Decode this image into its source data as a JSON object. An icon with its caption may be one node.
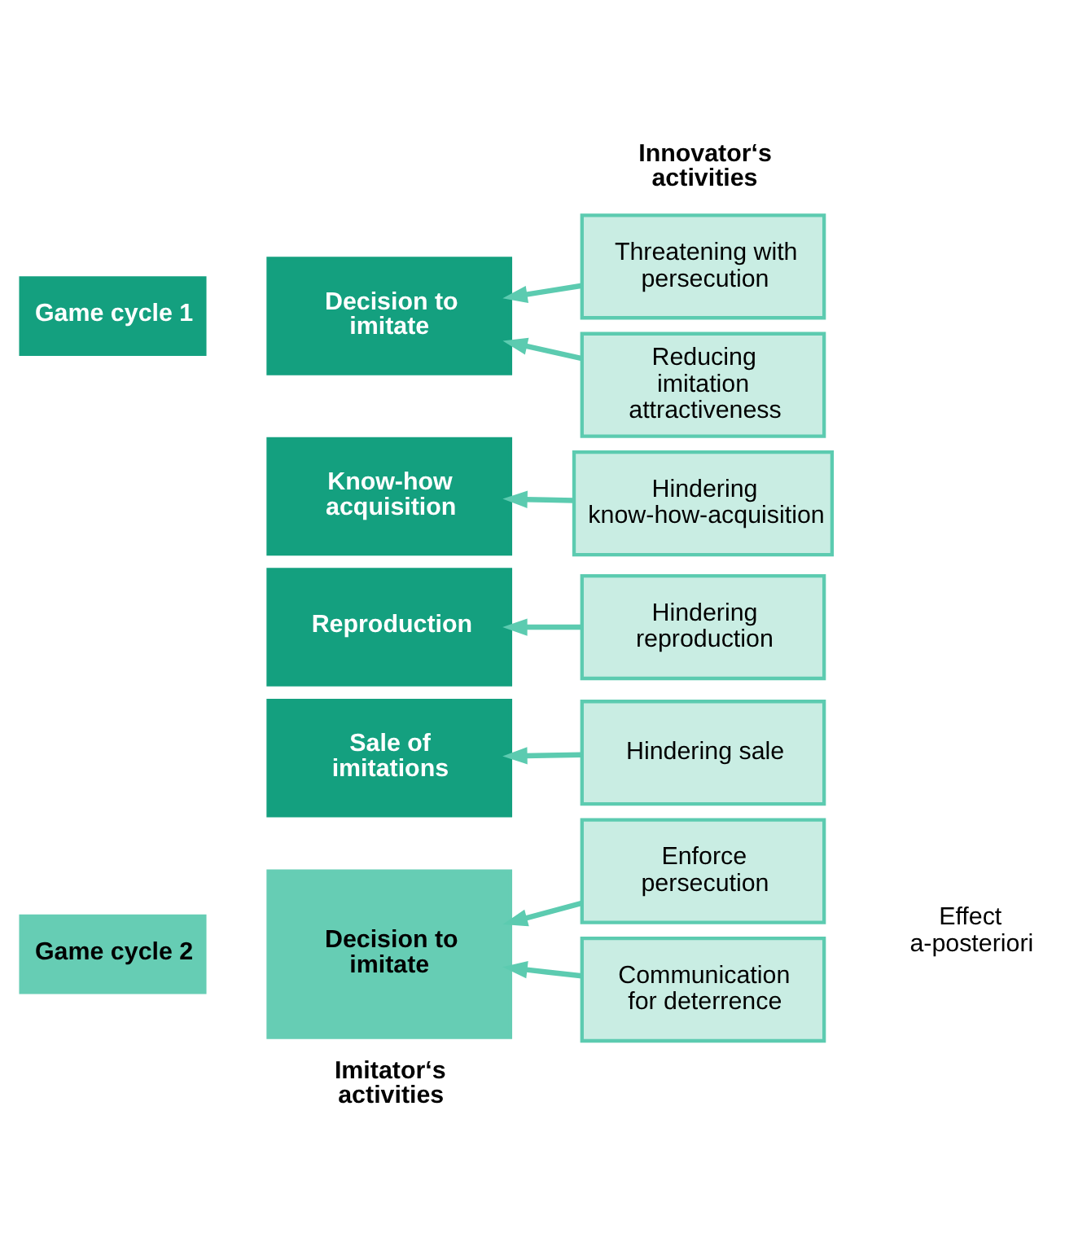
{
  "diagram": {
    "nodes": [
      {
        "text": [
          "Game cycle 1"
        ]
      },
      {
        "text": [
          "Decision to imitate"
        ]
      },
      {
        "text": [
          "Know-how acquisition"
        ]
      },
      {
        "text": [
          "Reproduction"
        ]
      },
      {
        "text": [
          "Sale of imitations"
        ]
      },
      {
        "text": [
          "Game cycle 2"
        ]
      },
      {
        "text": [
          "Decision to imitate"
        ]
      },
      {
        "text": [
          "Threatening with persecution"
        ]
      },
      {
        "text": [
          "Reducing imitation attractiveness"
        ]
      },
      {
        "text": [
          "Hindering know-how-acquisition"
        ]
      },
      {
        "text": [
          "Hindering reproduction"
        ]
      },
      {
        "text": [
          "Hindering sale"
        ]
      },
      {
        "text": [
          "Enforce persecution"
        ]
      },
      {
        "text": [
          "Communication for deterrence"
        ]
      }
    ],
    "edges": [
      {
        "from": 7,
        "to": 1,
        "arrow": "to"
      },
      {
        "from": 8,
        "to": 1,
        "arrow": "to"
      },
      {
        "from": 9,
        "to": 2,
        "arrow": "to"
      },
      {
        "from": 10,
        "to": 3,
        "arrow": "to"
      },
      {
        "from": 11,
        "to": 4,
        "arrow": "to"
      },
      {
        "from": 12,
        "to": 6,
        "arrow": "to"
      },
      {
        "from": 13,
        "to": 6,
        "arrow": "to"
      }
    ],
    "labels": [
      "Imitator‘s activities",
      "Innovator‘s activities",
      "Effect a-posteriori"
    ]
  }
}
